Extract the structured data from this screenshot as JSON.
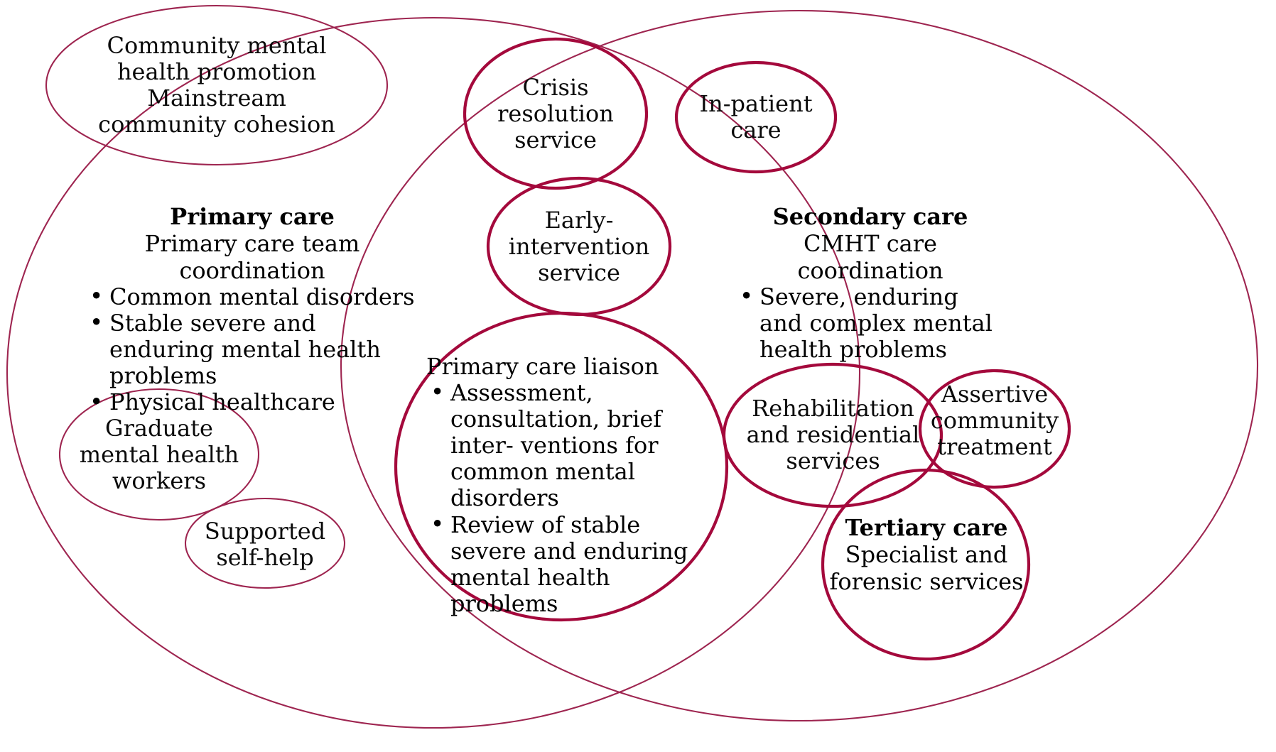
{
  "diagram": {
    "title": "Mental health service tiers",
    "colors": {
      "stroke_thin": "#9e2550",
      "stroke_thick": "#a4093c",
      "text": "#0a0a0a",
      "background": "#ffffff"
    },
    "nodes": {
      "community_promotion": {
        "lines": [
          "Community mental",
          "health promotion",
          "Mainstream",
          "community cohesion"
        ],
        "text": "Community mental\nhealth promotion\nMainstream\ncommunity cohesion"
      },
      "crisis_resolution": {
        "text": "Crisis\nresolution\nservice"
      },
      "inpatient_care": {
        "text": "In-patient\ncare"
      },
      "early_intervention": {
        "text": "Early-\nintervention\nservice"
      },
      "graduate_workers": {
        "text": "Graduate\nmental health\nworkers"
      },
      "supported_self_help": {
        "text": "Supported\nself-help"
      },
      "rehabilitation": {
        "text": "Rehabilitation\nand residential\nservices"
      },
      "assertive_community": {
        "text": "Assertive\ncommunity\ntreatment"
      },
      "tertiary_care": {
        "heading": "Tertiary care",
        "body": "Specialist and\nforensic services"
      }
    },
    "primary_care": {
      "heading": "Primary care",
      "subheading": "Primary care team coordination",
      "bullets": [
        "Common mental disorders",
        "Stable severe and enduring\nmental health problems",
        "Physical healthcare"
      ]
    },
    "secondary_care": {
      "heading": "Secondary care",
      "subheading": "CMHT care coordination",
      "bullets": [
        "Severe, enduring and\ncomplex mental health\nproblems"
      ]
    },
    "primary_care_liaison": {
      "heading": "Primary care liaison",
      "bullets": [
        "Assessment,\nconsultation, brief inter-\nventions for common\nmental disorders",
        "Review of stable severe\nand enduring mental\nhealth problems"
      ]
    }
  }
}
